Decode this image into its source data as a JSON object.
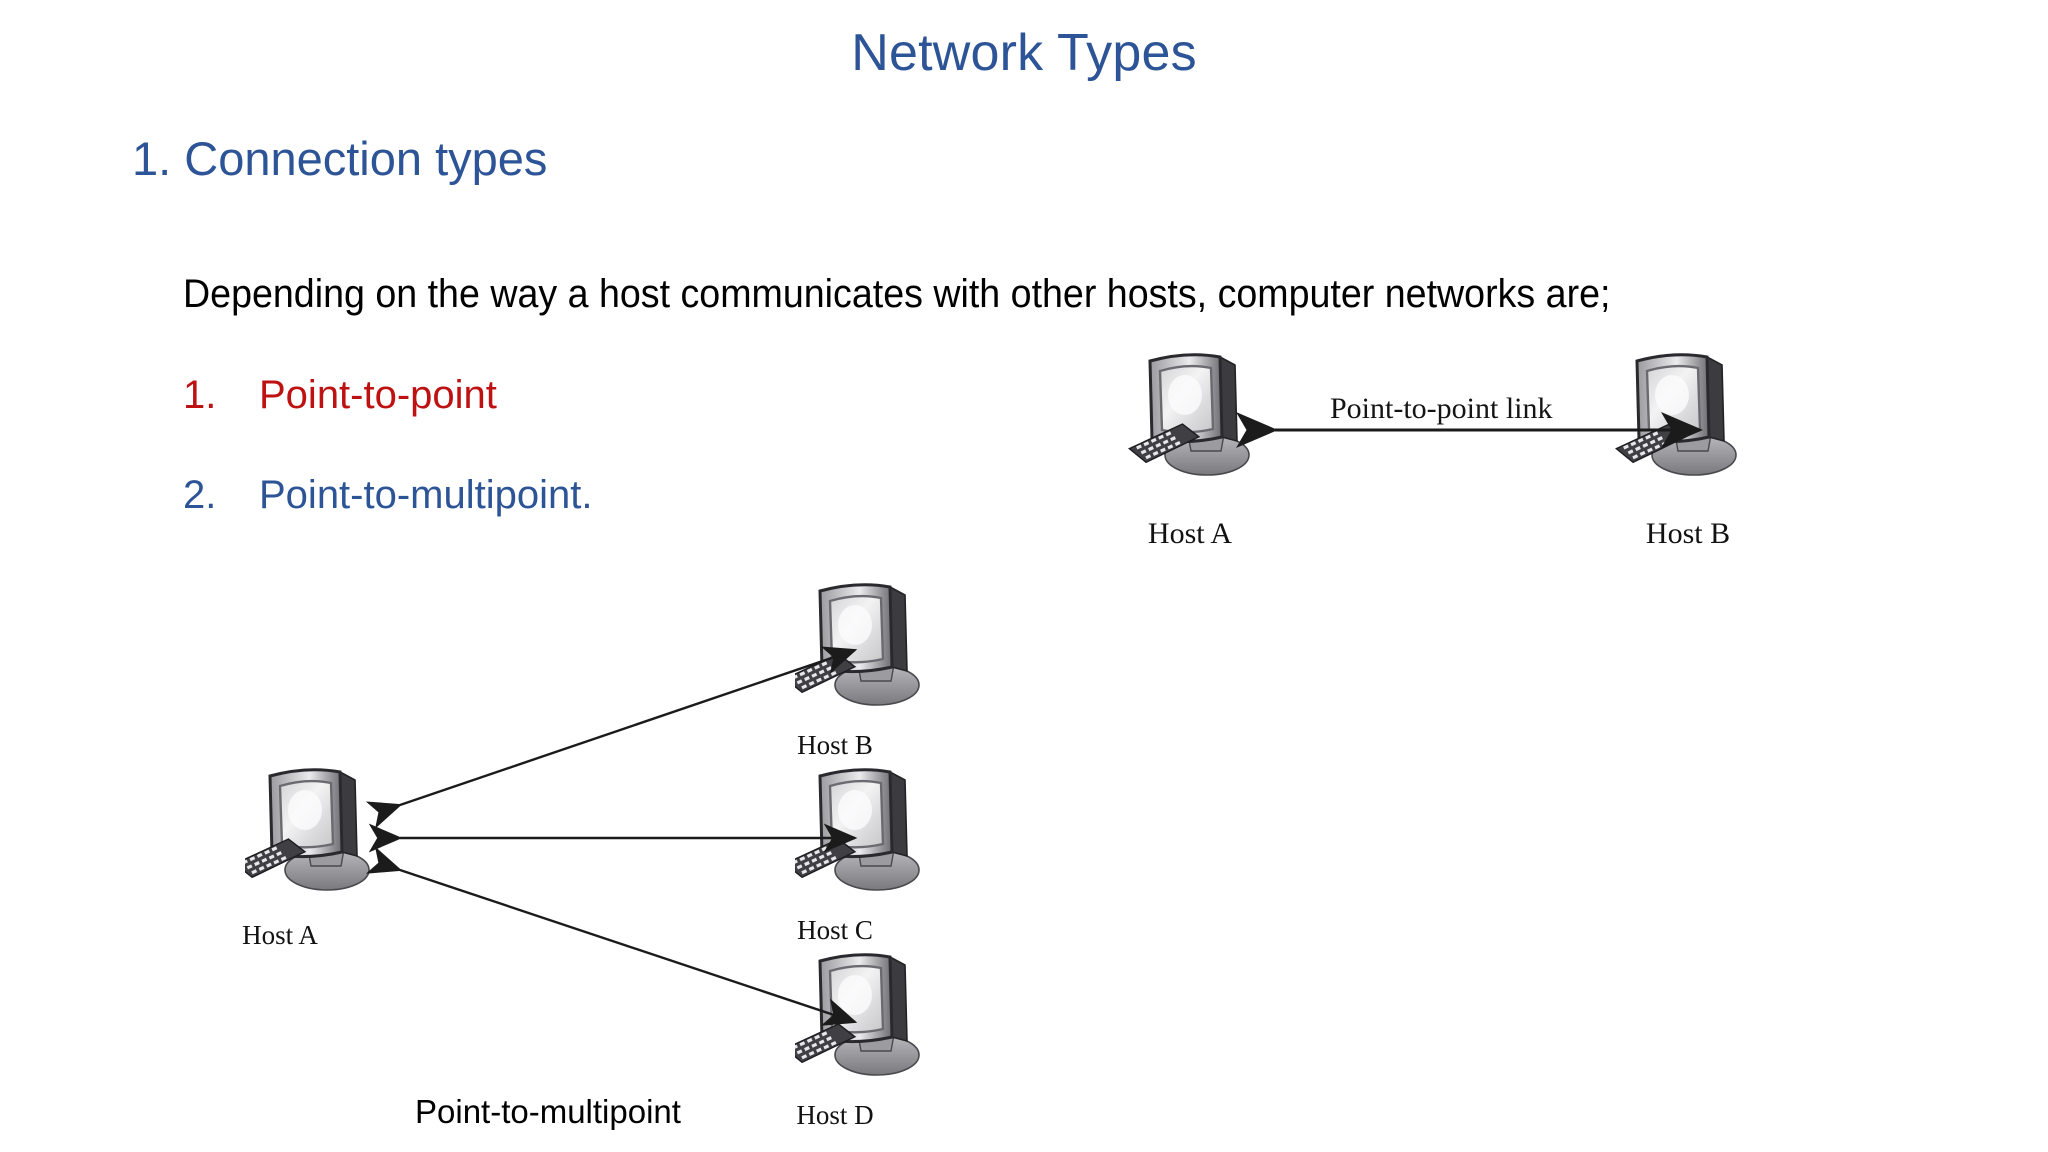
{
  "slide": {
    "title": "Network Types",
    "section_heading": "1. Connection types",
    "body_paragraph": "Depending on the way a host communicates with other hosts, computer networks are;",
    "list": [
      {
        "number": "1.",
        "label": "Point-to-point",
        "color": "#be1212"
      },
      {
        "number": "2.",
        "label": "Point-to-multipoint.",
        "color": "#2d5496"
      }
    ],
    "colors": {
      "title_blue": "#2d5496",
      "accent_red": "#be1212",
      "body_black": "#000000",
      "background": "#ffffff"
    }
  },
  "figure_point_to_point": {
    "link_label": "Point-to-point link",
    "hosts": [
      {
        "id": "a",
        "label": "Host A"
      },
      {
        "id": "b",
        "label": "Host B"
      }
    ]
  },
  "figure_point_to_multipoint": {
    "caption": "Point-to-multipoint",
    "hosts": [
      {
        "id": "a",
        "label": "Host A"
      },
      {
        "id": "b",
        "label": "Host B"
      },
      {
        "id": "c",
        "label": "Host C"
      },
      {
        "id": "d",
        "label": "Host D"
      }
    ]
  },
  "icons": {
    "monitor": "crt-monitor-icon",
    "keyboard": "keyboard-icon",
    "arrow": "double-arrow-icon"
  }
}
